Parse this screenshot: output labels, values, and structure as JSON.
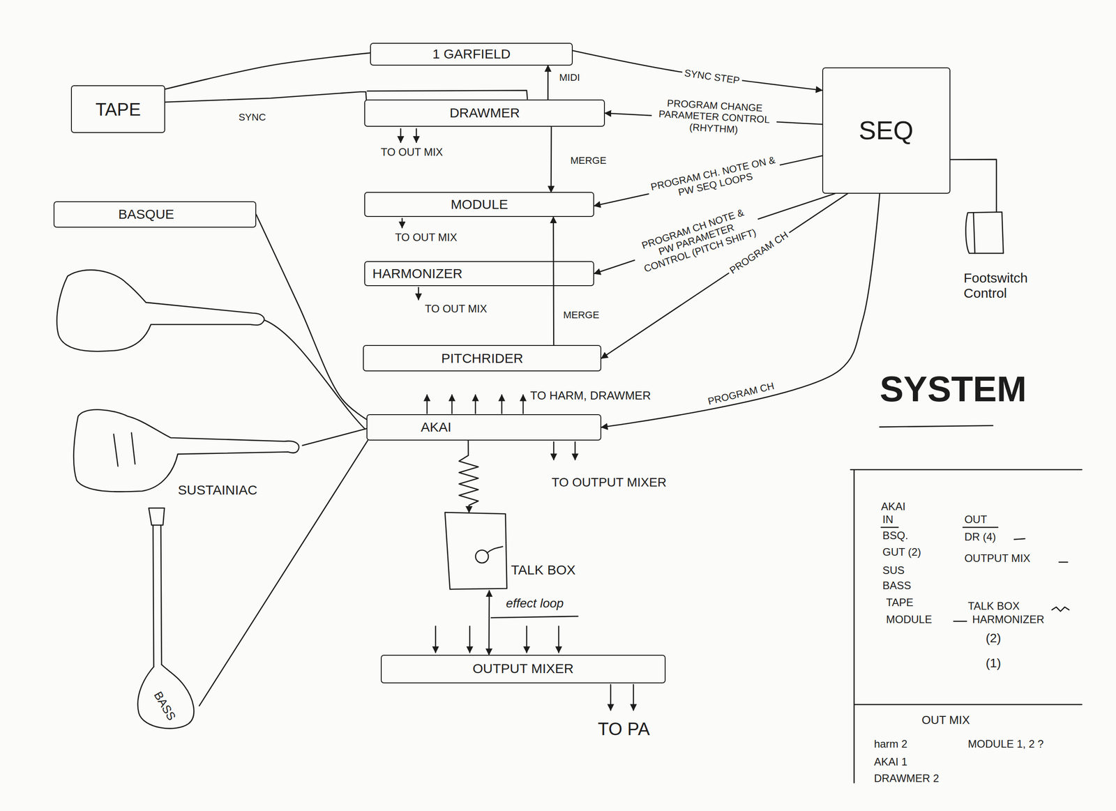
{
  "diagram": {
    "title": "SYSTEM",
    "nodes": [
      {
        "text": [
          "1 GARFIELD"
        ]
      },
      {
        "text": [
          "TAPE"
        ]
      },
      {
        "text": [
          "DRAWMER"
        ]
      },
      {
        "text": [
          "SEQ"
        ]
      },
      {
        "text": [
          "MODULE"
        ]
      },
      {
        "text": [
          "BASQUE"
        ]
      },
      {
        "text": [
          "HARMONIZER"
        ]
      },
      {
        "text": [
          "Footswitch Control"
        ]
      },
      {
        "text": [
          "PITCHRIDER"
        ]
      },
      {
        "text": [
          "AKAI"
        ]
      },
      {
        "text": [
          "SUSTAINIAC"
        ]
      },
      {
        "text": [
          "TALK BOX"
        ]
      },
      {
        "text": [
          "OUTPUT MIXER"
        ]
      },
      {
        "text": [
          "BASS"
        ]
      }
    ],
    "edges": [
      {
        "from": 1,
        "to": 0,
        "arrow": "none"
      },
      {
        "from": 1,
        "to": 2,
        "label": "SYNC",
        "arrow": "none"
      },
      {
        "from": 0,
        "to": 3,
        "label": "SYNC STEP",
        "arrow": "to"
      },
      {
        "from": 2,
        "to": 0,
        "label": "MIDI",
        "arrow": "to"
      },
      {
        "from": 3,
        "to": 2,
        "label": "PROGRAM CHANGE PARAMETER CONTROL (RHYTHM)",
        "arrow": "to"
      },
      {
        "from": 2,
        "to": 4,
        "label": "MERGE",
        "arrow": "to"
      },
      {
        "from": 3,
        "to": 4,
        "label": "PROGRAM CH. NOTE ON & PW SEQ LOOPS",
        "arrow": "to"
      },
      {
        "from": 8,
        "to": 4,
        "label": "MERGE",
        "arrow": "to"
      },
      {
        "from": 3,
        "to": 6,
        "label": "PROGRAM CH NOTE & PW PARAMETER CONTROL (PITCH SHIFT)",
        "arrow": "to"
      },
      {
        "from": 3,
        "to": 8,
        "label": "PROGRAM CH",
        "arrow": "to"
      },
      {
        "from": 3,
        "to": 9,
        "label": "PROGRAM CH",
        "arrow": "to"
      },
      {
        "from": 7,
        "to": 3,
        "arrow": "none"
      },
      {
        "from": 5,
        "to": 9,
        "arrow": "none"
      },
      {
        "from": 10,
        "to": 9,
        "arrow": "none"
      },
      {
        "from": 13,
        "to": 9,
        "arrow": "none"
      },
      {
        "from": 9,
        "to": 11,
        "arrow": "to"
      },
      {
        "from": 11,
        "to": 12,
        "label": "effect loop",
        "arrow": "both"
      }
    ],
    "labels": [
      "TO OUT MIX",
      "TO OUT MIX",
      "TO OUT MIX",
      "TO HARM, DRAWMER",
      "TO OUTPUT MIXER",
      "TO PA",
      "AKAI",
      "IN",
      "OUT",
      "BSQ.",
      "DR (4)",
      "GUT (2)",
      "OUTPUT MIX",
      "SUS",
      "BASS",
      "TAPE",
      "TALK BOX",
      "MODULE",
      "HARMONIZER",
      "(2)",
      "(1)",
      "OUT MIX",
      "harm 2",
      "MODULE 1, 2 ?",
      "AKAI 1",
      "DRAWMER 2"
    ]
  }
}
